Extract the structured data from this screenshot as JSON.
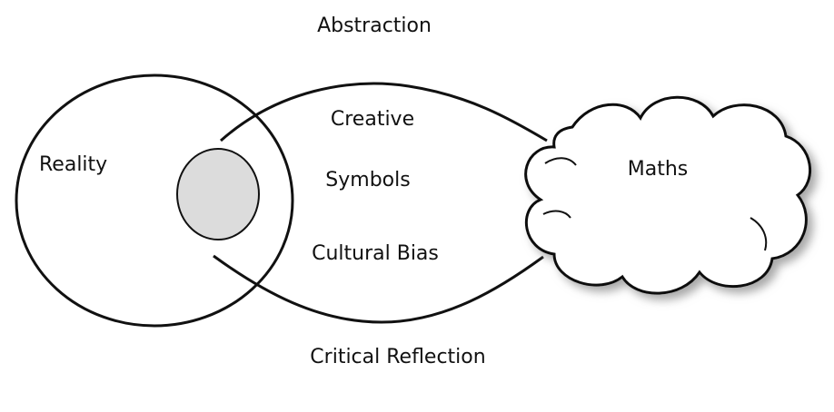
{
  "labels": {
    "top": "Abstraction",
    "bottom": "Critical Reflection",
    "reality": "Reality",
    "maths": "Maths",
    "middle": [
      "Creative",
      "Symbols",
      "Cultural Bias"
    ]
  },
  "colors": {
    "stroke": "#111111",
    "inner_circle_fill": "#dcdcdc",
    "cloud_fill": "#ffffff",
    "cloud_shadow": "#9a9a9a"
  }
}
